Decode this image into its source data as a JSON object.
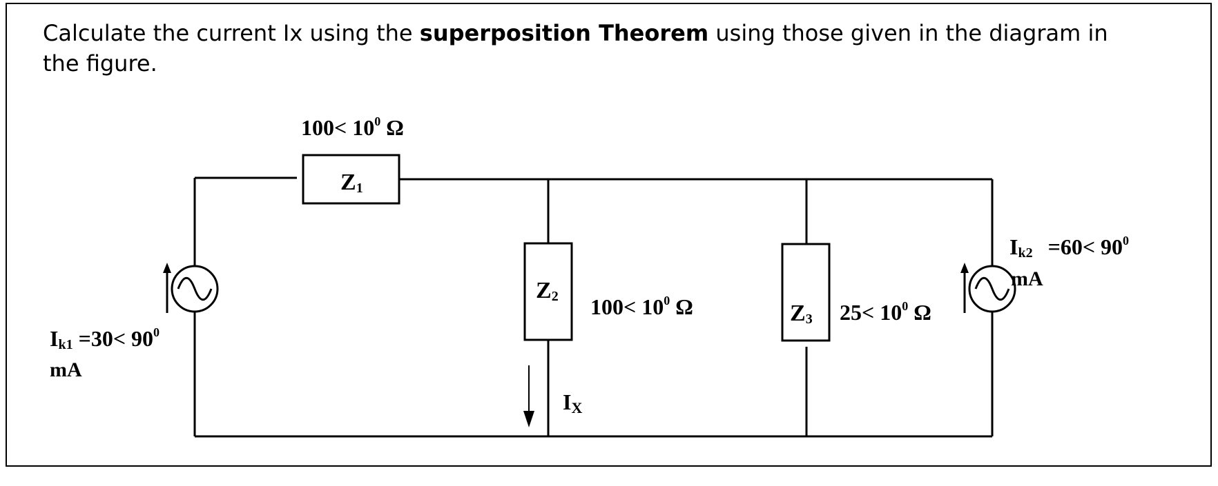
{
  "question": {
    "part1": "Calculate the current Ix using the ",
    "bold": "superposition Theorem",
    "part2": " using those given in the diagram in the figure."
  },
  "circuit": {
    "z1": {
      "name": "Z",
      "sub": "1",
      "value": "100< 10",
      "sup": "0",
      "unit": " Ω"
    },
    "z2": {
      "name": "Z",
      "sub": "2",
      "value": "100< 10",
      "sup": "0",
      "unit": " Ω"
    },
    "z3": {
      "name": "Z",
      "sub": "3",
      "value": "25< 10",
      "sup": "0",
      "unit": " Ω"
    },
    "ik1": {
      "name": "I",
      "sub": "k1",
      "value": " =30<  90",
      "sup": "0",
      "unit": "mA"
    },
    "ik2": {
      "name": "I",
      "sub": "k2",
      "value": "=60<    90",
      "sup": "0",
      "unit": "mA"
    },
    "ix": {
      "name": "I",
      "sub": "X"
    }
  },
  "colors": {
    "stroke": "#000000",
    "background": "#ffffff"
  }
}
